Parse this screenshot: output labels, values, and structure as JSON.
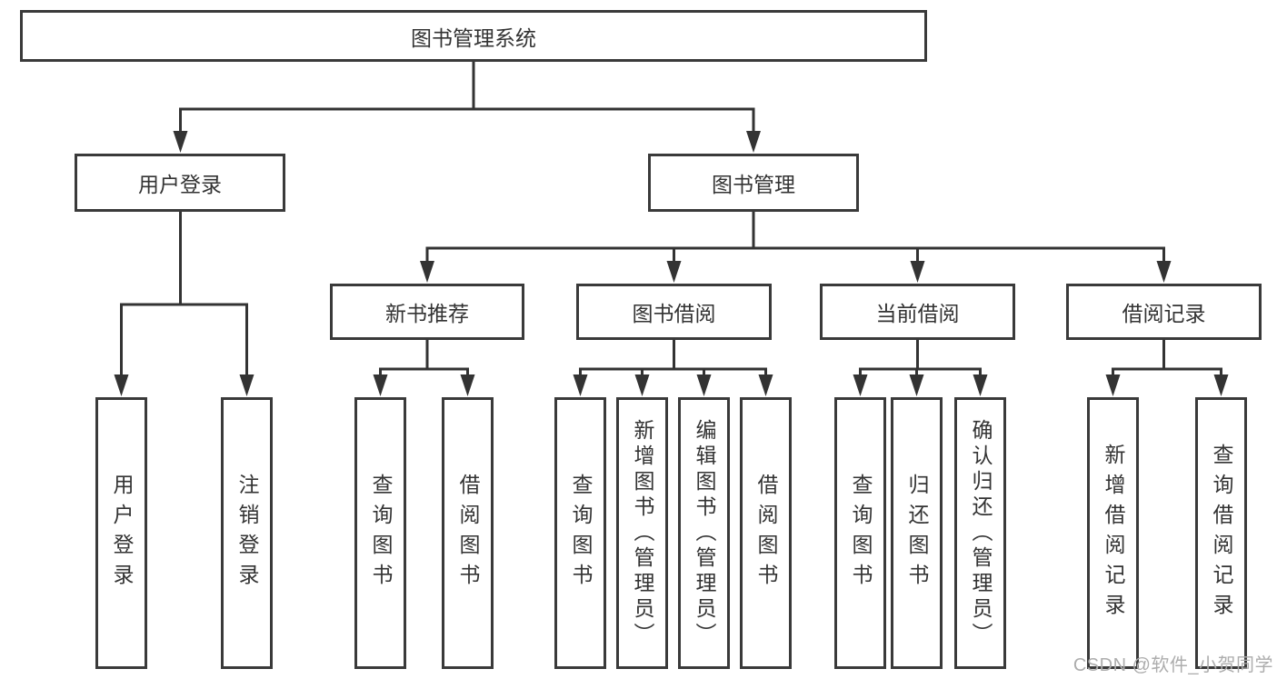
{
  "diagram": {
    "type": "hierarchy-tree",
    "root": {
      "label": "图书管理系统"
    },
    "level2": [
      {
        "label": "用户登录"
      },
      {
        "label": "图书管理"
      }
    ],
    "level3": [
      {
        "label": "新书推荐"
      },
      {
        "label": "图书借阅"
      },
      {
        "label": "当前借阅"
      },
      {
        "label": "借阅记录"
      }
    ],
    "leaves": [
      "用户登录",
      "注销登录",
      "查询图书",
      "借阅图书",
      "查询图书",
      "新增图书（管理员）",
      "编辑图书（管理员）",
      "借阅图书",
      "查询图书",
      "归还图书",
      "确认归还（管理员）",
      "新增借阅记录",
      "查询借阅记录"
    ],
    "edges": [
      [
        "图书管理系统",
        "用户登录"
      ],
      [
        "图书管理系统",
        "图书管理"
      ],
      [
        "用户登录",
        "用户登录(叶)"
      ],
      [
        "用户登录",
        "注销登录"
      ],
      [
        "图书管理",
        "新书推荐"
      ],
      [
        "图书管理",
        "图书借阅"
      ],
      [
        "图书管理",
        "当前借阅"
      ],
      [
        "图书管理",
        "借阅记录"
      ],
      [
        "新书推荐",
        "查询图书"
      ],
      [
        "新书推荐",
        "借阅图书"
      ],
      [
        "图书借阅",
        "查询图书"
      ],
      [
        "图书借阅",
        "新增图书（管理员）"
      ],
      [
        "图书借阅",
        "编辑图书（管理员）"
      ],
      [
        "图书借阅",
        "借阅图书"
      ],
      [
        "当前借阅",
        "查询图书"
      ],
      [
        "当前借阅",
        "归还图书"
      ],
      [
        "当前借阅",
        "确认归还（管理员）"
      ],
      [
        "借阅记录",
        "新增借阅记录"
      ],
      [
        "借阅记录",
        "查询借阅记录"
      ]
    ],
    "watermark": "CSDN @软件_小贺同学",
    "colors": {
      "background": "#ffffff",
      "box_border": "#3a3a3a",
      "line": "#333333",
      "text": "#333333",
      "watermark": "#adadad"
    }
  }
}
